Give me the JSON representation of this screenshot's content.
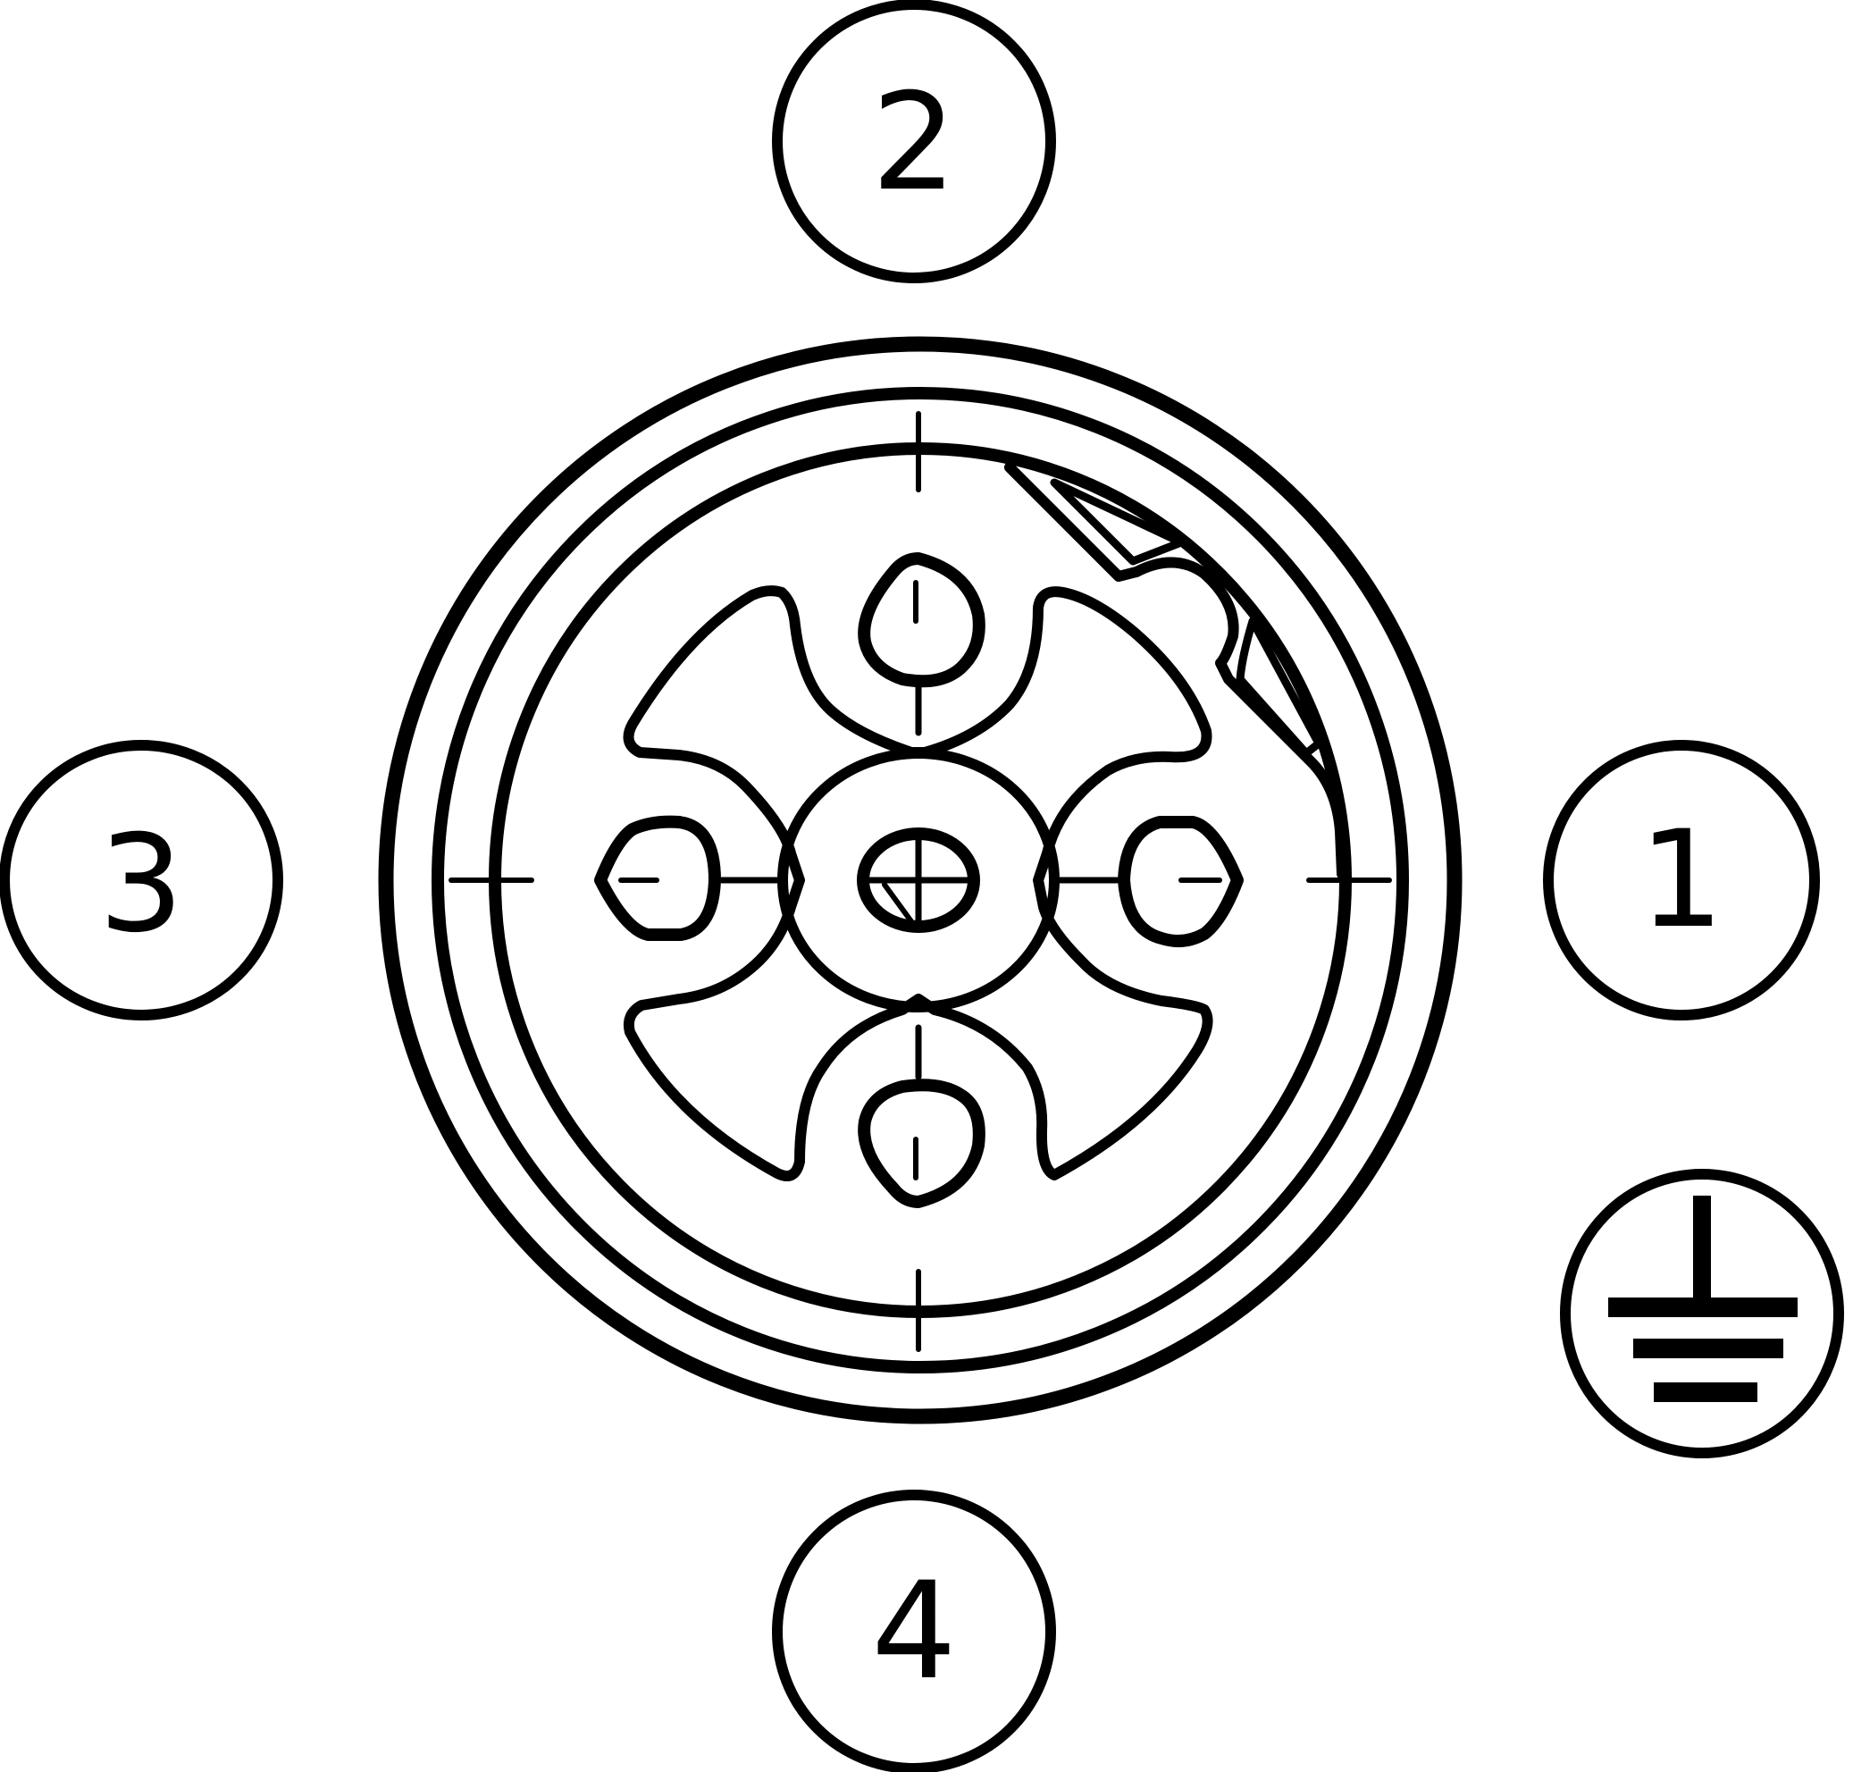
{
  "pin_labels": {
    "pin_1": "1",
    "pin_2": "2",
    "pin_3": "3",
    "pin_4": "4"
  },
  "ground_symbol": "ground-icon",
  "colors": {
    "stroke": "#000000",
    "background": "#ffffff"
  }
}
